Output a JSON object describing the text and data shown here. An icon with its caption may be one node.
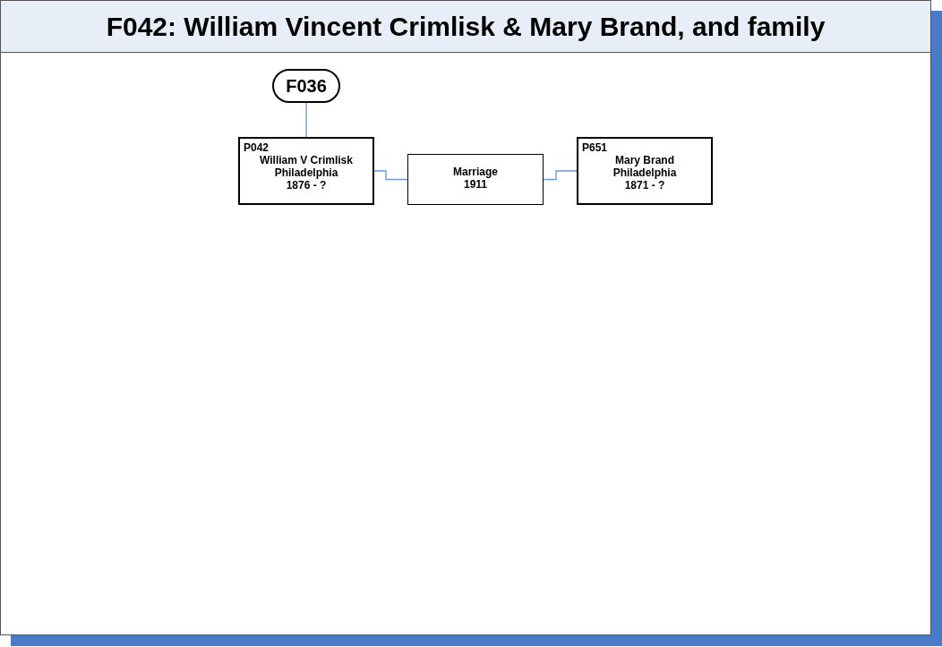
{
  "diagram": {
    "title": "F042: William Vincent Crimlisk & Mary Brand, and family",
    "nodes": [
      {
        "text": [
          "F036"
        ]
      },
      {
        "text": [
          "P042",
          "William V Crimlisk",
          "Philadelphia",
          "1876 - ?"
        ]
      },
      {
        "text": [
          "Marriage",
          "1911"
        ]
      },
      {
        "text": [
          "P651",
          "Mary Brand",
          "Philadelphia",
          "1871 - ?"
        ]
      }
    ],
    "edges": [
      {
        "from": 0,
        "to": 1,
        "arrow": "none"
      },
      {
        "from": 1,
        "to": 2,
        "arrow": "none"
      },
      {
        "from": 3,
        "to": 2,
        "arrow": "none"
      }
    ]
  }
}
